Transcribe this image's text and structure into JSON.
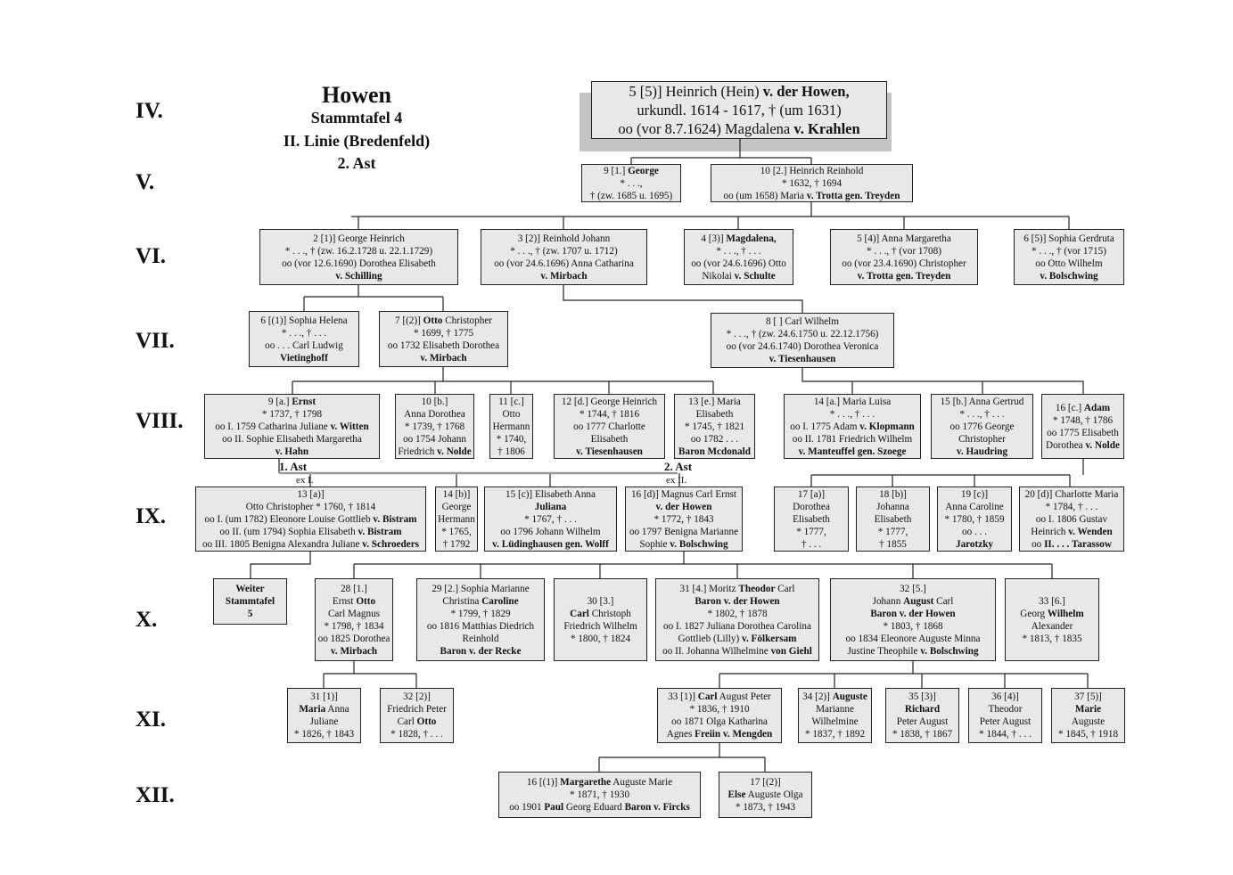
{
  "title": {
    "family": "Howen",
    "table": "Stammtafel  4",
    "line": "II. Linie (Bredenfeld)",
    "branch": "2. Ast"
  },
  "generations": [
    "IV.",
    "V.",
    "VI.",
    "VII.",
    "VIII.",
    "IX.",
    "X.",
    "XI.",
    "XII."
  ],
  "branch_labels": {
    "ast1": "1.  Ast",
    "ast2": "2. Ast",
    "ex1": "ex  I.",
    "ex2": "ex  II."
  },
  "boxes": {
    "g4_5": [
      [
        "5  [5)]  Heinrich (Hein) ",
        "v. der Howen,"
      ],
      [
        "urkundl. 1614 - 1617,  † (um 1631)"
      ],
      [
        "oo (vor 8.7.1624) Magdalena  ",
        "v. Krahlen"
      ]
    ],
    "g5_9": [
      [
        "9  [1.]  ",
        "George"
      ],
      [
        "* . . .,"
      ],
      [
        "† (zw. 1685 u. 1695)"
      ]
    ],
    "g5_10": [
      [
        "10  [2.]  Heinrich Reinhold"
      ],
      [
        "*  1632,   † 1694"
      ],
      [
        "oo  (um 1658) Maria ",
        "v. Trotta gen. Treyden"
      ]
    ],
    "g6_2": [
      [
        "2  [1)]  George Heinrich"
      ],
      [
        "*  . . .,   † (zw. 16.2.1728 u. 22.1.1729)"
      ],
      [
        "oo  (vor 12.6.1690)  Dorothea Elisabeth"
      ],
      [
        "",
        "v. Schilling"
      ]
    ],
    "g6_3": [
      [
        "3  [2)]  Reinhold Johann"
      ],
      [
        "*  . . .,   † (zw. 1707 u. 1712)"
      ],
      [
        "oo  (vor 24.6.1696) Anna Catharina"
      ],
      [
        "",
        "v. Mirbach"
      ]
    ],
    "g6_4": [
      [
        "4  [3)]  ",
        "Magdalena,"
      ],
      [
        "*  . . .,   † . . ."
      ],
      [
        "oo  (vor 24.6.1696) Otto"
      ],
      [
        "Nikolai ",
        "v. Schulte"
      ]
    ],
    "g6_5": [
      [
        "5  [4)]  Anna Margaretha"
      ],
      [
        "*  . . .,   † (vor 1708)"
      ],
      [
        "oo  (vor 23.4.1690) Christopher"
      ],
      [
        "",
        "v. Trotta gen. Treyden"
      ]
    ],
    "g6_6": [
      [
        "6  [5)]  Sophia Gerdruta"
      ],
      [
        "*  . . .,   † (vor 1715)"
      ],
      [
        "oo  Otto Wilhelm"
      ],
      [
        "",
        "v. Bolschwing"
      ]
    ],
    "g7_6": [
      [
        "6  [(1)]  Sophia Helena"
      ],
      [
        "* . . .,  † . . ."
      ],
      [
        "oo  . . . Carl Ludwig"
      ],
      [
        "",
        "Vietinghoff"
      ]
    ],
    "g7_7": [
      [
        "7  [(2)]  ",
        "Otto",
        " Christopher"
      ],
      [
        "* 1699,   † 1775"
      ],
      [
        "oo  1732 Elisabeth Dorothea"
      ],
      [
        "",
        "v. Mirbach"
      ]
    ],
    "g7_8": [
      [
        "8  [  ]  Carl Wilhelm"
      ],
      [
        "*  . . .,   † (zw. 24.6.1750 u. 22.12.1756)"
      ],
      [
        "oo  (vor 24.6.1740) Dorothea Veronica"
      ],
      [
        "",
        "v. Tiesenhausen"
      ]
    ],
    "g8_9": [
      [
        "9  [a.]  ",
        "Ernst"
      ],
      [
        "* 1737,   † 1798"
      ],
      [
        "oo I.  1759 Catharina Juliane  ",
        "v. Witten"
      ],
      [
        "oo II. Sophie Elisabeth Margaretha"
      ],
      [
        "",
        "v. Hahn"
      ]
    ],
    "g8_10": [
      [
        "10  [b.]"
      ],
      [
        "Anna Dorothea"
      ],
      [
        "* 1739,   † 1768"
      ],
      [
        "oo  1754 Johann"
      ],
      [
        "Friedrich ",
        "v. Nolde"
      ]
    ],
    "g8_11": [
      [
        "11  [c.]"
      ],
      [
        "Otto"
      ],
      [
        "Hermann"
      ],
      [
        "* 1740,"
      ],
      [
        "† 1806"
      ]
    ],
    "g8_12": [
      [
        "12  [d.]  George Heinrich"
      ],
      [
        "* 1744,   † 1816"
      ],
      [
        "oo  1777 Charlotte"
      ],
      [
        "Elisabeth"
      ],
      [
        "",
        "v. Tiesenhausen"
      ]
    ],
    "g8_13": [
      [
        "13  [e.]  Maria"
      ],
      [
        "Elisabeth"
      ],
      [
        "* 1745,   † 1821"
      ],
      [
        "oo  1782  . . ."
      ],
      [
        "",
        "Baron Mcdonald"
      ]
    ],
    "g8_14": [
      [
        "14  [a.]   Maria Luisa"
      ],
      [
        "* . . .,   † . . ."
      ],
      [
        "oo I. 1775 Adam ",
        "v. Klopmann"
      ],
      [
        "oo II. 1781 Friedrich Wilhelm"
      ],
      [
        "",
        "v. Manteuffel gen. Szoege"
      ]
    ],
    "g8_15": [
      [
        "15  [b.]   Anna Gertrud"
      ],
      [
        "*  . . .,   † . . ."
      ],
      [
        "oo  1776 George"
      ],
      [
        "Christopher"
      ],
      [
        "",
        "v. Haudring"
      ]
    ],
    "g8_16": [
      [
        "16  [c.]   ",
        "Adam"
      ],
      [
        "* 1748,   † 1786"
      ],
      [
        "oo  1775 Elisabeth"
      ],
      [
        "Dorothea ",
        "v. Nolde"
      ]
    ],
    "g9_13": [
      [
        "13  [a)]"
      ],
      [
        "Otto Christopher    * 1760,  † 1814"
      ],
      [
        "oo I. (um 1782) Eleonore Louise Gottlieb ",
        "v. Bistram"
      ],
      [
        "oo II. (um 1794) Sophia Elisabeth ",
        "v. Bistram"
      ],
      [
        "oo III. 1805 Benigna Alexandra Juliane ",
        "v. Schroeders"
      ]
    ],
    "g9_14": [
      [
        "14  [b)]"
      ],
      [
        "George"
      ],
      [
        "Hermann"
      ],
      [
        "* 1765,"
      ],
      [
        "† 1792"
      ]
    ],
    "g9_15": [
      [
        "15  [c)]  Elisabeth Anna"
      ],
      [
        "",
        "Juliana"
      ],
      [
        "* 1767,   † . . ."
      ],
      [
        "oo 1796 Johann Wilhelm"
      ],
      [
        "",
        "v. Lüdinghausen gen. Wolff"
      ]
    ],
    "g9_16": [
      [
        "16  [d)]  Magnus Carl Ernst"
      ],
      [
        "",
        "v. der Howen"
      ],
      [
        "* 1772,   † 1843"
      ],
      [
        "oo 1797 Benigna Marianne"
      ],
      [
        "Sophie  ",
        "v. Bolschwing"
      ]
    ],
    "g9_17": [
      [
        "17  [a)]"
      ],
      [
        "Dorothea"
      ],
      [
        "Elisabeth"
      ],
      [
        "* 1777,"
      ],
      [
        "† . . ."
      ]
    ],
    "g9_18": [
      [
        "18  [b)]"
      ],
      [
        "Johanna"
      ],
      [
        "Elisabeth"
      ],
      [
        "* 1777,"
      ],
      [
        "† 1855"
      ]
    ],
    "g9_19": [
      [
        "19  [c)]"
      ],
      [
        "Anna Caroline"
      ],
      [
        "* 1780,   † 1859"
      ],
      [
        "oo . . ."
      ],
      [
        "",
        "Jarotzky"
      ]
    ],
    "g9_20": [
      [
        "20  [d)] Charlotte Maria"
      ],
      [
        "* 1784,   † . . ."
      ],
      [
        "oo I. 1806 Gustav"
      ],
      [
        "Heinrich ",
        "v. Wenden"
      ],
      [
        "oo ",
        "II. . . .   Tarassow"
      ]
    ],
    "g10_w": [
      [
        "",
        "Weiter"
      ],
      [
        "",
        "Stammtafel"
      ],
      [
        "",
        "5"
      ]
    ],
    "g10_28": [
      [
        "28  [1.]"
      ],
      [
        "Ernst ",
        "Otto"
      ],
      [
        "Carl Magnus"
      ],
      [
        "* 1798,   † 1834"
      ],
      [
        "oo 1825 Dorothea"
      ],
      [
        "",
        "v. Mirbach"
      ]
    ],
    "g10_29": [
      [
        "29  [2.]  Sophia Marianne"
      ],
      [
        "Christina ",
        "Caroline"
      ],
      [
        "* 1799,   † 1829"
      ],
      [
        "oo 1816 Matthias Diedrich"
      ],
      [
        "Reinhold"
      ],
      [
        "",
        "Baron v. der Recke"
      ]
    ],
    "g10_30": [
      [
        "30  [3.]"
      ],
      [
        "",
        "Carl",
        " Christoph"
      ],
      [
        "Friedrich Wilhelm"
      ],
      [
        "* 1800,   † 1824"
      ]
    ],
    "g10_31": [
      [
        "31  [4.]  Moritz ",
        "Theodor",
        " Carl"
      ],
      [
        "",
        "Baron v. der Howen"
      ],
      [
        "* 1802,   † 1878"
      ],
      [
        "oo I. 1827 Juliana Dorothea Carolina"
      ],
      [
        "Gottlieb (Lilly) ",
        "v. Fölkersam"
      ],
      [
        "oo II.   Johanna Wilhelmine ",
        "von Giehl"
      ]
    ],
    "g10_32": [
      [
        "32  [5.]"
      ],
      [
        "Johann ",
        "August",
        " Carl"
      ],
      [
        "",
        "Baron v. der Howen"
      ],
      [
        "* 1803,   † 1868"
      ],
      [
        "oo  1834 Eleonore Auguste Minna"
      ],
      [
        "Justine Theophile ",
        "v. Bolschwing"
      ]
    ],
    "g10_33": [
      [
        "33  [6.]"
      ],
      [
        "Georg ",
        "Wilhelm"
      ],
      [
        "Alexander"
      ],
      [
        "* 1813,   † 1835"
      ]
    ],
    "g11_31": [
      [
        "31  [1)]"
      ],
      [
        "",
        "Maria",
        " Anna"
      ],
      [
        "Juliane"
      ],
      [
        "* 1826,   † 1843"
      ]
    ],
    "g11_32": [
      [
        "32  [2)]"
      ],
      [
        "Friedrich Peter"
      ],
      [
        "Carl ",
        "Otto"
      ],
      [
        "* 1828,   † . . ."
      ]
    ],
    "g11_33": [
      [
        "33  [1)]  ",
        "Carl",
        " August Peter"
      ],
      [
        "* 1836,   † 1910"
      ],
      [
        "oo  1871  Olga Katharina"
      ],
      [
        "Agnes  ",
        "Freiin v. Mengden"
      ]
    ],
    "g11_34": [
      [
        "34 [2)] ",
        "Auguste"
      ],
      [
        "Marianne"
      ],
      [
        "Wilhelmine"
      ],
      [
        "* 1837,   † 1892"
      ]
    ],
    "g11_35": [
      [
        "35  [3)]"
      ],
      [
        "",
        "Richard"
      ],
      [
        "Peter August"
      ],
      [
        "* 1838,  † 1867"
      ]
    ],
    "g11_36": [
      [
        "36  [4)]"
      ],
      [
        "Theodor"
      ],
      [
        "Peter August"
      ],
      [
        "* 1844,  † . . ."
      ]
    ],
    "g11_37": [
      [
        "37  [5)]"
      ],
      [
        "",
        "Marie"
      ],
      [
        "Auguste"
      ],
      [
        "* 1845,  † 1918"
      ]
    ],
    "g12_16": [
      [
        "16  [(1)]   ",
        "Margarethe",
        " Auguste Marie"
      ],
      [
        "* 1871,   † 1930"
      ],
      [
        "oo  1901  ",
        "Paul",
        " Georg Eduard ",
        "Baron v. Fircks"
      ]
    ],
    "g12_17": [
      [
        "17  [(2)]"
      ],
      [
        "",
        "Else",
        " Auguste Olga"
      ],
      [
        "* 1873,   † 1943"
      ]
    ]
  }
}
